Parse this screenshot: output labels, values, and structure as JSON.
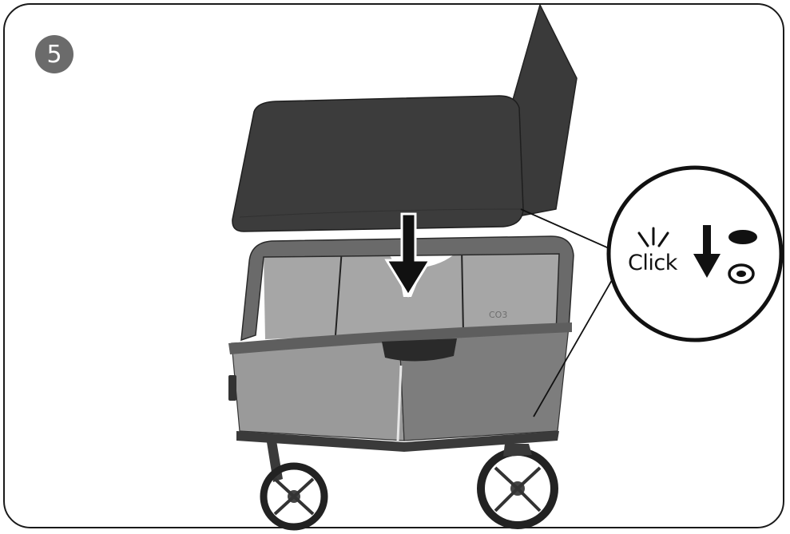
{
  "step": {
    "number": "5"
  },
  "detail": {
    "click_label": "Click"
  },
  "product": {
    "brand_mark": "CO3"
  },
  "icons": {
    "step": "step-number-badge",
    "arrow": "down-arrow-icon",
    "click": "click-burst-icon",
    "indicator_locked": "solid-dot-icon",
    "indicator_unlocked": "ring-dot-icon"
  },
  "colors": {
    "frame": "#1a1a1a",
    "badge": "#6b6b6b",
    "pad": "#3c3c3c",
    "fabric_light": "#9a9a9a",
    "fabric_dark": "#7d7d7d",
    "frame_tube": "#6a6a6a"
  }
}
